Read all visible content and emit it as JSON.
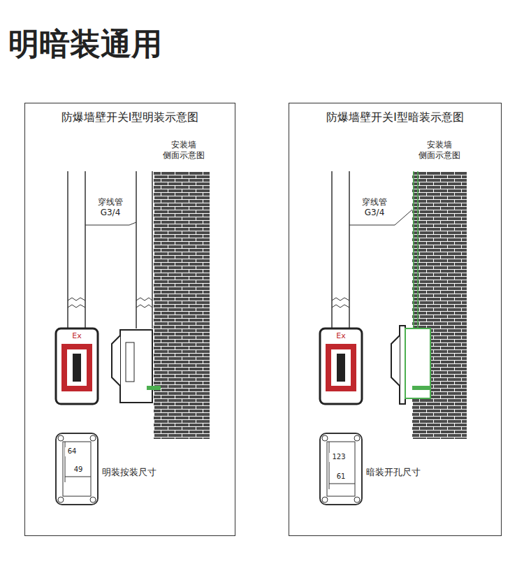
{
  "diagram": {
    "title": "明暗装通用",
    "nodes": [
      {
        "text": [
          "防爆墙壁开关I型明装示意图"
        ]
      },
      {
        "text": [
          "防爆墙壁开关I型暗装示意图"
        ]
      }
    ],
    "labels": [
      "安装墙 侧面示意图",
      "穿线管 G3/4",
      "Ex",
      "64",
      "49",
      "明装按装尺寸",
      "安装墙 侧面示意图",
      "穿线管 G3/4",
      "Ex",
      "123",
      "61",
      "暗装开孔尺寸"
    ]
  }
}
